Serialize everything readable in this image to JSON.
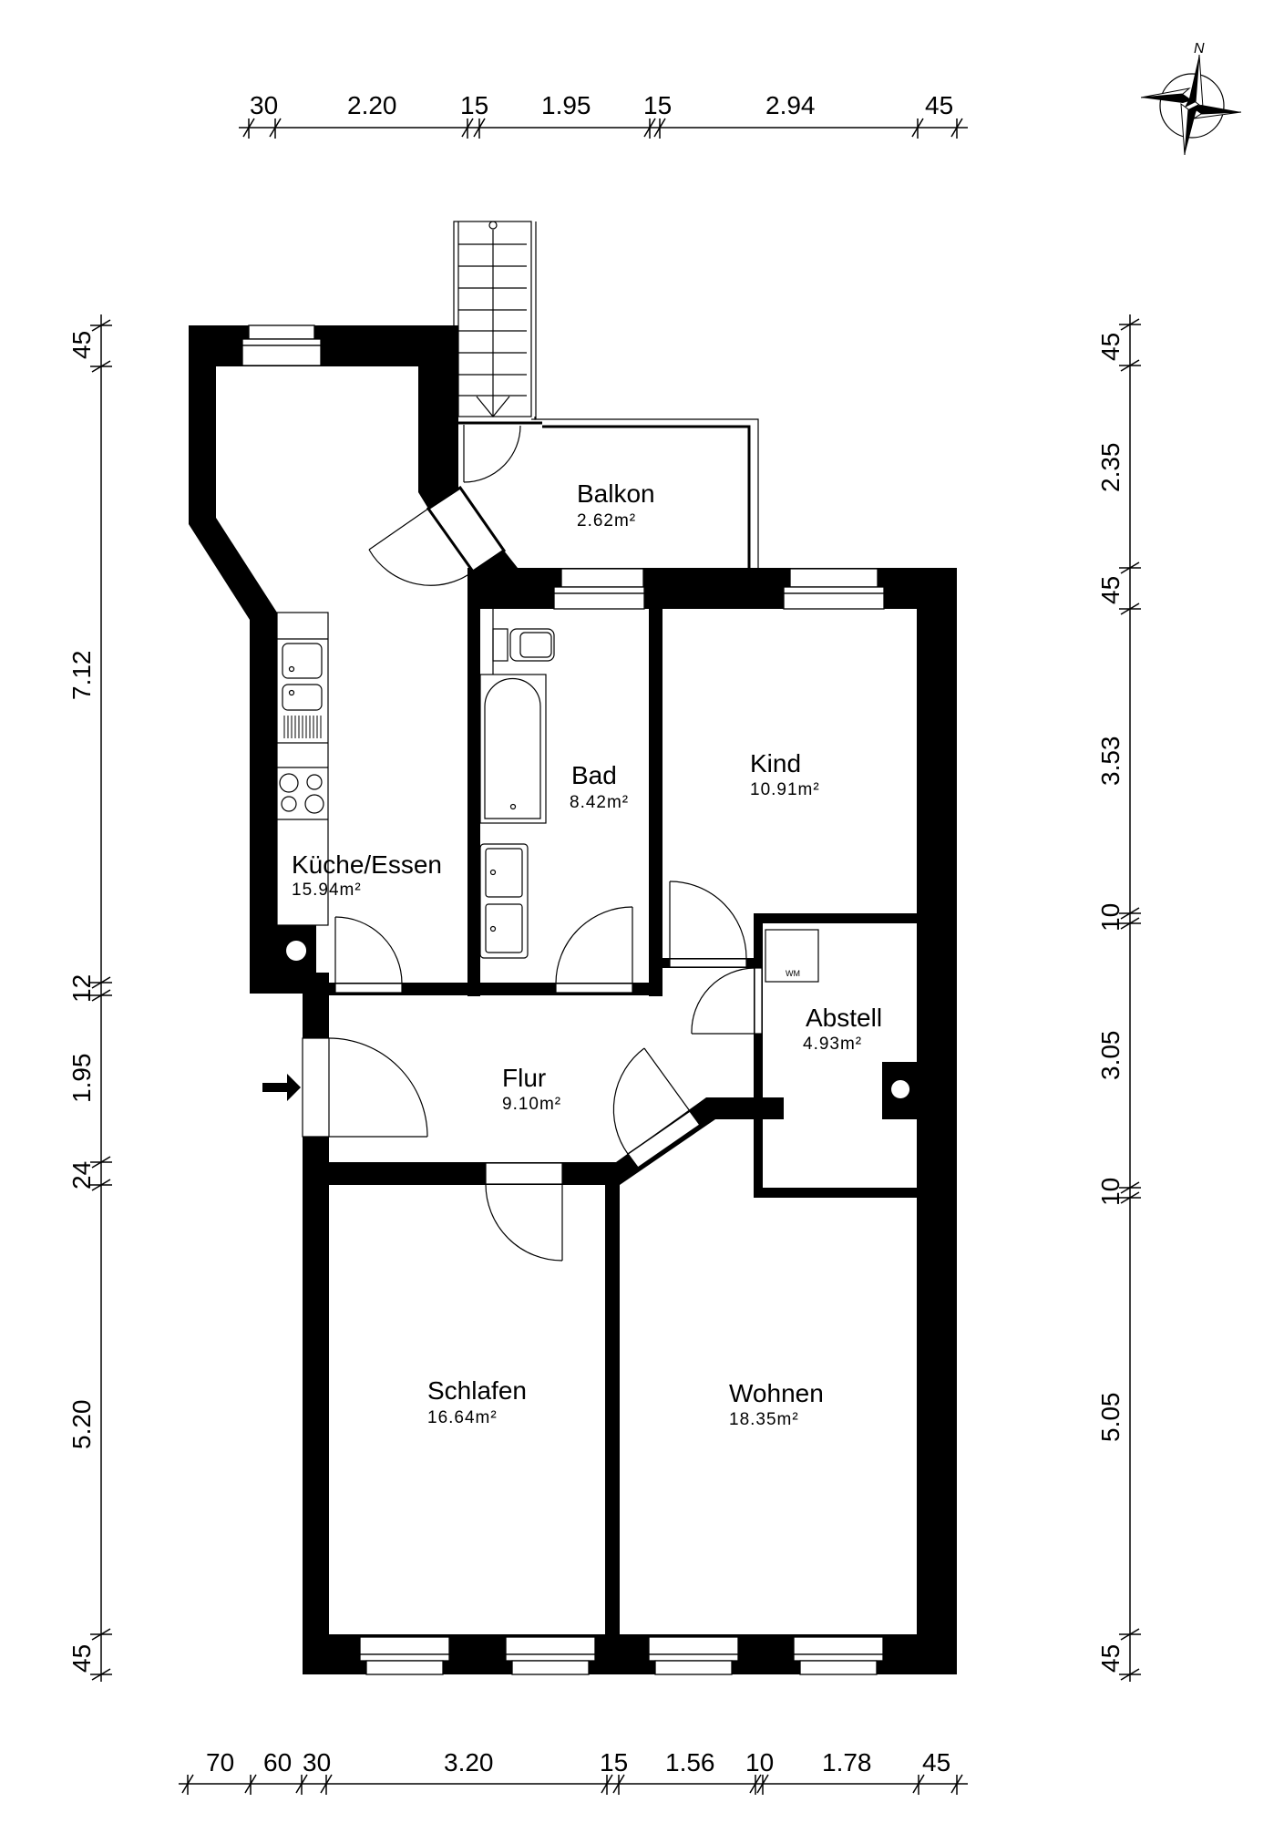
{
  "compass": {
    "north_label": "N"
  },
  "rooms": {
    "kueche": {
      "name": "Küche/Essen",
      "area": "15.94m²"
    },
    "balkon": {
      "name": "Balkon",
      "area": "2.62m²"
    },
    "bad": {
      "name": "Bad",
      "area": "8.42m²"
    },
    "kind": {
      "name": "Kind",
      "area": "10.91m²"
    },
    "abstell": {
      "name": "Abstell",
      "area": "4.93m²",
      "appliance": "WM"
    },
    "flur": {
      "name": "Flur",
      "area": "9.10m²"
    },
    "schlafen": {
      "name": "Schlafen",
      "area": "16.64m²"
    },
    "wohnen": {
      "name": "Wohnen",
      "area": "18.35m²"
    }
  },
  "dimensions": {
    "top": [
      "30",
      "2.20",
      "15",
      "1.95",
      "15",
      "2.94",
      "45"
    ],
    "bottom": [
      "70",
      "60",
      "30",
      "3.20",
      "15",
      "1.56",
      "10",
      "1.78",
      "45"
    ],
    "left": [
      "45",
      "7.12",
      "12",
      "1.95",
      "24",
      "5.20",
      "45"
    ],
    "right": [
      "45",
      "2.35",
      "45",
      "3.53",
      "10",
      "3.05",
      "10",
      "5.05",
      "45"
    ]
  }
}
